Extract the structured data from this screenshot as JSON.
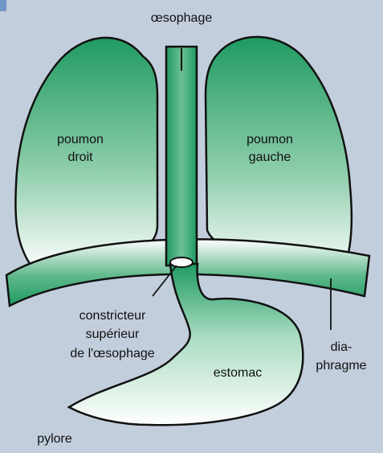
{
  "labels": {
    "oesophagus": "œsophage",
    "left_lung_line1": "poumon",
    "left_lung_line2": "droit",
    "right_lung_line1": "poumon",
    "right_lung_line2": "gauche",
    "constrictor_line1": "constricteur",
    "constrictor_line2": "supérieur",
    "constrictor_line3": "de l'œsophage",
    "diaphragm_line1": "dia-",
    "diaphragm_line2": "phragme",
    "stomach": "estomac",
    "pylorus": "pylore"
  },
  "colors": {
    "background": "#c3cedd",
    "organ_green": "#1f9a62",
    "organ_light": "#ffffff",
    "outline": "#111111",
    "corner_mark": "#1f5fb3"
  }
}
